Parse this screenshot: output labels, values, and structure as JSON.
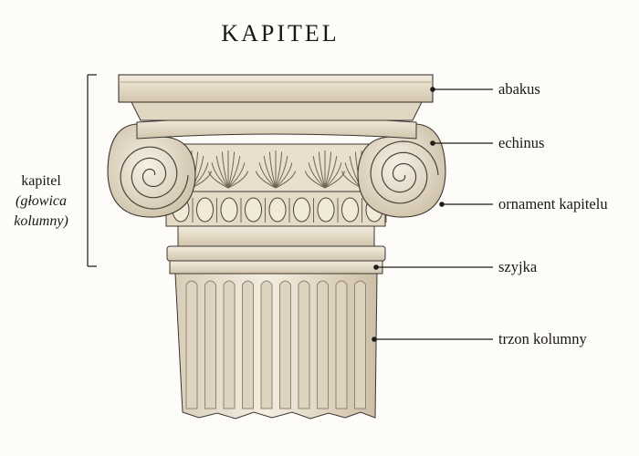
{
  "title": "KAPITEL",
  "side_label": {
    "main": "kapitel",
    "sub_line1": "(głowica",
    "sub_line2": "kolumny)"
  },
  "labels": {
    "abakus": "abakus",
    "echinus": "echinus",
    "ornament": "ornament kapitelu",
    "szyjka": "szyjka",
    "trzon": "trzon kolumny"
  },
  "colors": {
    "stone": "#eee6d6",
    "stone_dark": "#c9bda6",
    "line": "#3b3630",
    "background": "#fdfcf8"
  }
}
